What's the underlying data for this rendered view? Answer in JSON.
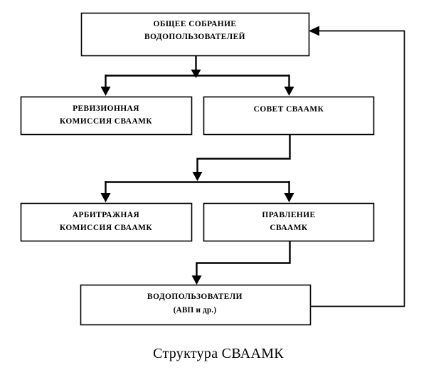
{
  "figure": {
    "caption": "Структура СВААМК",
    "background_color": "#ffffff",
    "line_color": "#000000",
    "box_fill": "#ffffff"
  },
  "nodes": {
    "general_assembly": {
      "line1": "ОБЩЕЕ СОБРАНИЕ",
      "line2": "ВОДОПОЛЬЗОВАТЕЛЕЙ"
    },
    "audit_commission": {
      "line1": "РЕВИЗИОННАЯ",
      "line2": "КОМИССИЯ СВААМК"
    },
    "council": {
      "line1": "СОВЕТ СВААМК",
      "line2": ""
    },
    "arbitration_commission": {
      "line1": "АРБИТРАЖНАЯ",
      "line2": "КОМИССИЯ СВААМК"
    },
    "board": {
      "line1": "ПРАВЛЕНИЕ",
      "line2": "СВААМК"
    },
    "water_users": {
      "line1": "ВОДОПОЛЬЗОВАТЕЛИ",
      "line2": "(АВП и др.)"
    }
  },
  "connectors": [
    {
      "name": "assembly-to-split",
      "from": "general_assembly",
      "to": "distribution-bus-1"
    },
    {
      "name": "split-to-audit-commission",
      "from": "distribution-bus-1",
      "to": "audit_commission"
    },
    {
      "name": "split-to-council",
      "from": "distribution-bus-1",
      "to": "council"
    },
    {
      "name": "council-to-split",
      "from": "council",
      "to": "distribution-bus-2"
    },
    {
      "name": "split-to-arbitration-commission",
      "from": "distribution-bus-2",
      "to": "arbitration_commission"
    },
    {
      "name": "split-to-board",
      "from": "distribution-bus-2",
      "to": "board"
    },
    {
      "name": "board-to-water-users",
      "from": "board",
      "to": "water_users"
    },
    {
      "name": "water-users-feedback-to-assembly",
      "from": "water_users",
      "to": "general_assembly"
    }
  ]
}
